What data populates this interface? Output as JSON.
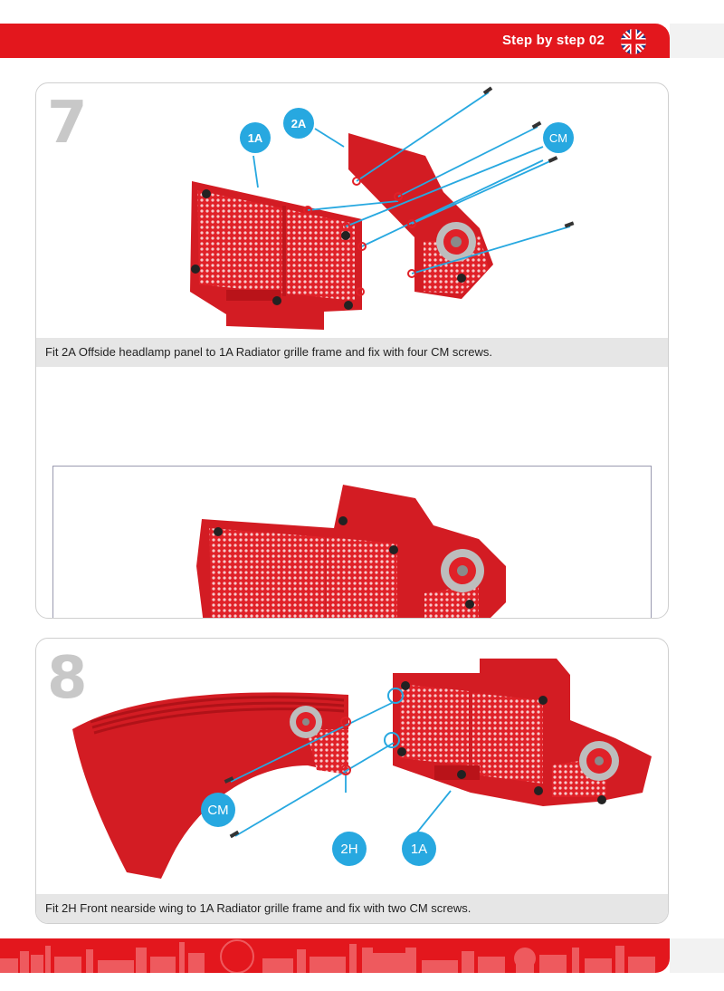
{
  "header": {
    "title": "Step by step 02",
    "accent_color": "#e3171d",
    "flag_icon": "union-jack-flag-icon"
  },
  "steps": [
    {
      "number": "7",
      "caption": "Fit 2A Offside headlamp panel to 1A Radiator grille frame and fix with four CM screws.",
      "callouts": {
        "a": "1A",
        "b": "2A",
        "c": "CM"
      }
    },
    {
      "number": "8",
      "caption": "Fit 2H Front nearside wing to 1A Radiator grille frame and fix with two CM screws.",
      "callouts": {
        "a": "CM",
        "b": "2H",
        "c": "1A"
      }
    }
  ],
  "colors": {
    "part_red": "#e02128",
    "callout_blue": "#27a8e0",
    "panel_grey": "#e6e6e6"
  }
}
